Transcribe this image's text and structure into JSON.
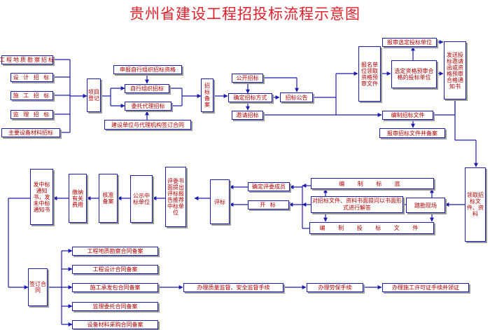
{
  "title": "贵州省建设工程招投标流程示意图",
  "diagram": {
    "source_projects": [
      "工程地质勘察招标",
      "设 计 招 标",
      "施 工 招 标",
      "监 理 招 标",
      "主要设备材料招标"
    ],
    "project_registration": "项目登记",
    "self_org_apply": "申报自行组织招标资格",
    "self_org": "自行组织招标",
    "entrust_agent": "委托代理招标",
    "agent_contract": "建设单位与代理机构签订合同",
    "tender_filing": "招标备案",
    "open_tender": "公开招标",
    "determine_method": "确定招标方式",
    "invited_tender": "邀请招标",
    "tender_notice": "招标公告",
    "apply_qualification": "报名单位领取资格预审文件",
    "submit_prequal_units": "报审选定投标单位",
    "select_qualified": "选定资格预审合格的投标单位",
    "send_invitation": "发送投标邀请函或资格预审合格通知书",
    "compile_tender_docs": "编制招标文件",
    "submit_tender_docs": "报审招标文件并备案",
    "receive_docs": "领取招标文件、资料",
    "prepare_bid_docs": "编 制 标 底",
    "site_survey": "踏勘现场",
    "answer_questions": "对招标文件、资料书面提问以书面形式进行解答",
    "compile_bid": "编 制 投 标 文 件",
    "confirm_committee": "确定评委成员",
    "bid_opening": "开 标",
    "bid_evaluation": "评标",
    "committee_report": "评委书面提出评标报告推荐中标单位",
    "publicize_winner": "公示中标单位",
    "approval_filing": "核准备案",
    "pay_fees": "缴纳有关费用",
    "issue_notice": "发中标通知书，发未中标通知书",
    "sign_contract": "签订合同",
    "contract_filings": [
      "工程地质勘察合同备案",
      "工程设计合同备案",
      "施工承发包合同备案",
      "监理委托合同备案",
      "设备材料采购合同备案"
    ],
    "quality_safety": "办理质量监督、安全监督手续",
    "labor_insurance": "办理劳保手续",
    "construction_permit": "办理施工许可证手续并领证"
  }
}
